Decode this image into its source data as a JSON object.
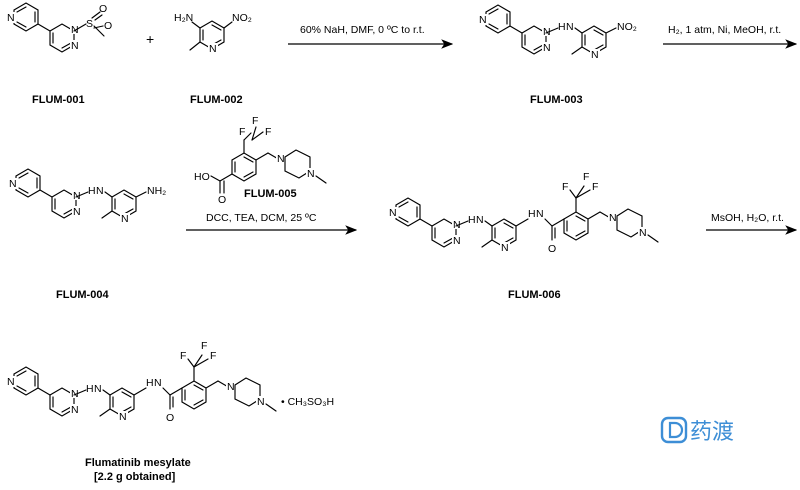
{
  "compounds": {
    "c1": "FLUM-001",
    "c2": "FLUM-002",
    "c3": "FLUM-003",
    "c4": "FLUM-004",
    "c5": "FLUM-005",
    "c6": "FLUM-006",
    "product": "Flumatinib mesylate",
    "yield": "[2.2 g obtained]"
  },
  "conditions": {
    "step1": "60% NaH, DMF, 0 ºC to r.t.",
    "step2": "H₂, 1 atm, Ni, MeOH, r.t.",
    "step3": "DCC, TEA, DCM, 25 ºC",
    "step4": "MsOH, H₂O, r.t."
  },
  "reagents": {
    "plus": "+",
    "salt": "• CH₃SO₃H"
  },
  "atoms": {
    "N": "N",
    "H": "H",
    "O": "O",
    "F": "F",
    "S": "S",
    "NH": "NH",
    "H2N": "H₂N",
    "NO2": "NO₂",
    "NH2": "NH₂",
    "HO": "HO",
    "F3C": "F",
    "CF3F": "F"
  },
  "watermark": {
    "text": "药渡",
    "icon": "d-logo-icon",
    "color": "#3d8ed6"
  }
}
